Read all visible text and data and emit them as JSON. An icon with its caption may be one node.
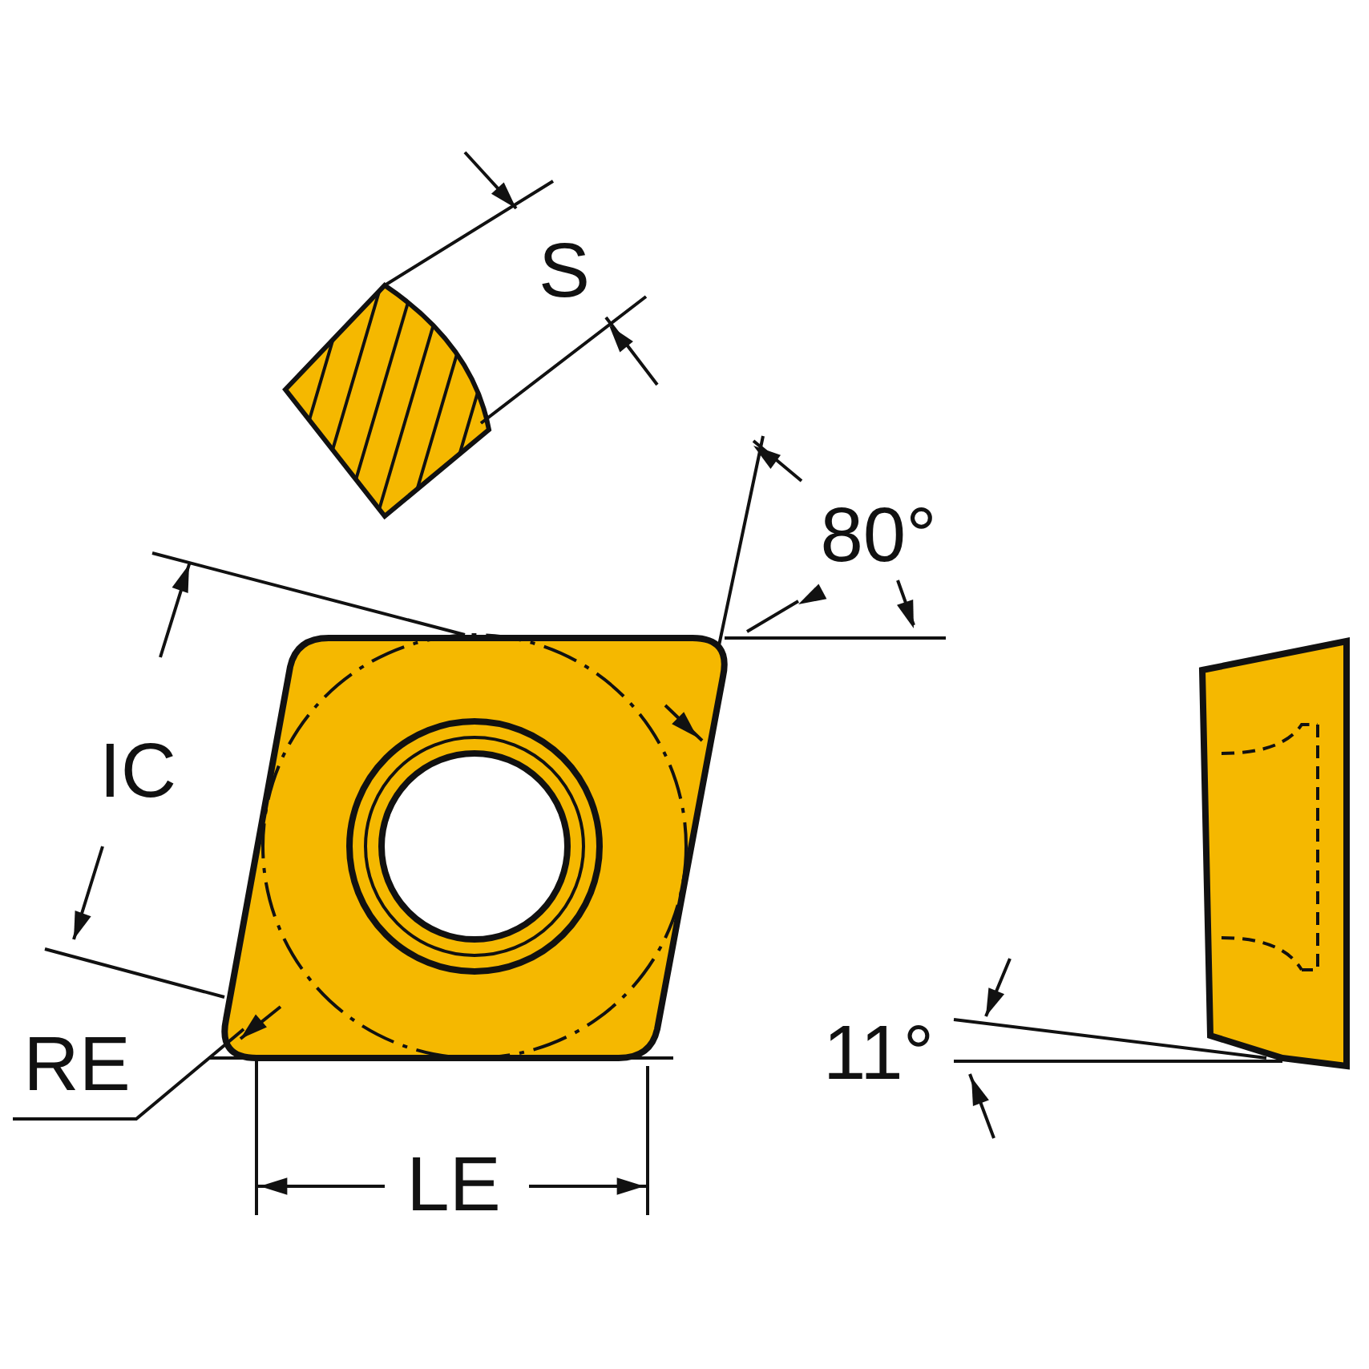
{
  "diagram": {
    "labels": [
      "S",
      "80°",
      "IC",
      "RE",
      "LE",
      "11°"
    ]
  }
}
